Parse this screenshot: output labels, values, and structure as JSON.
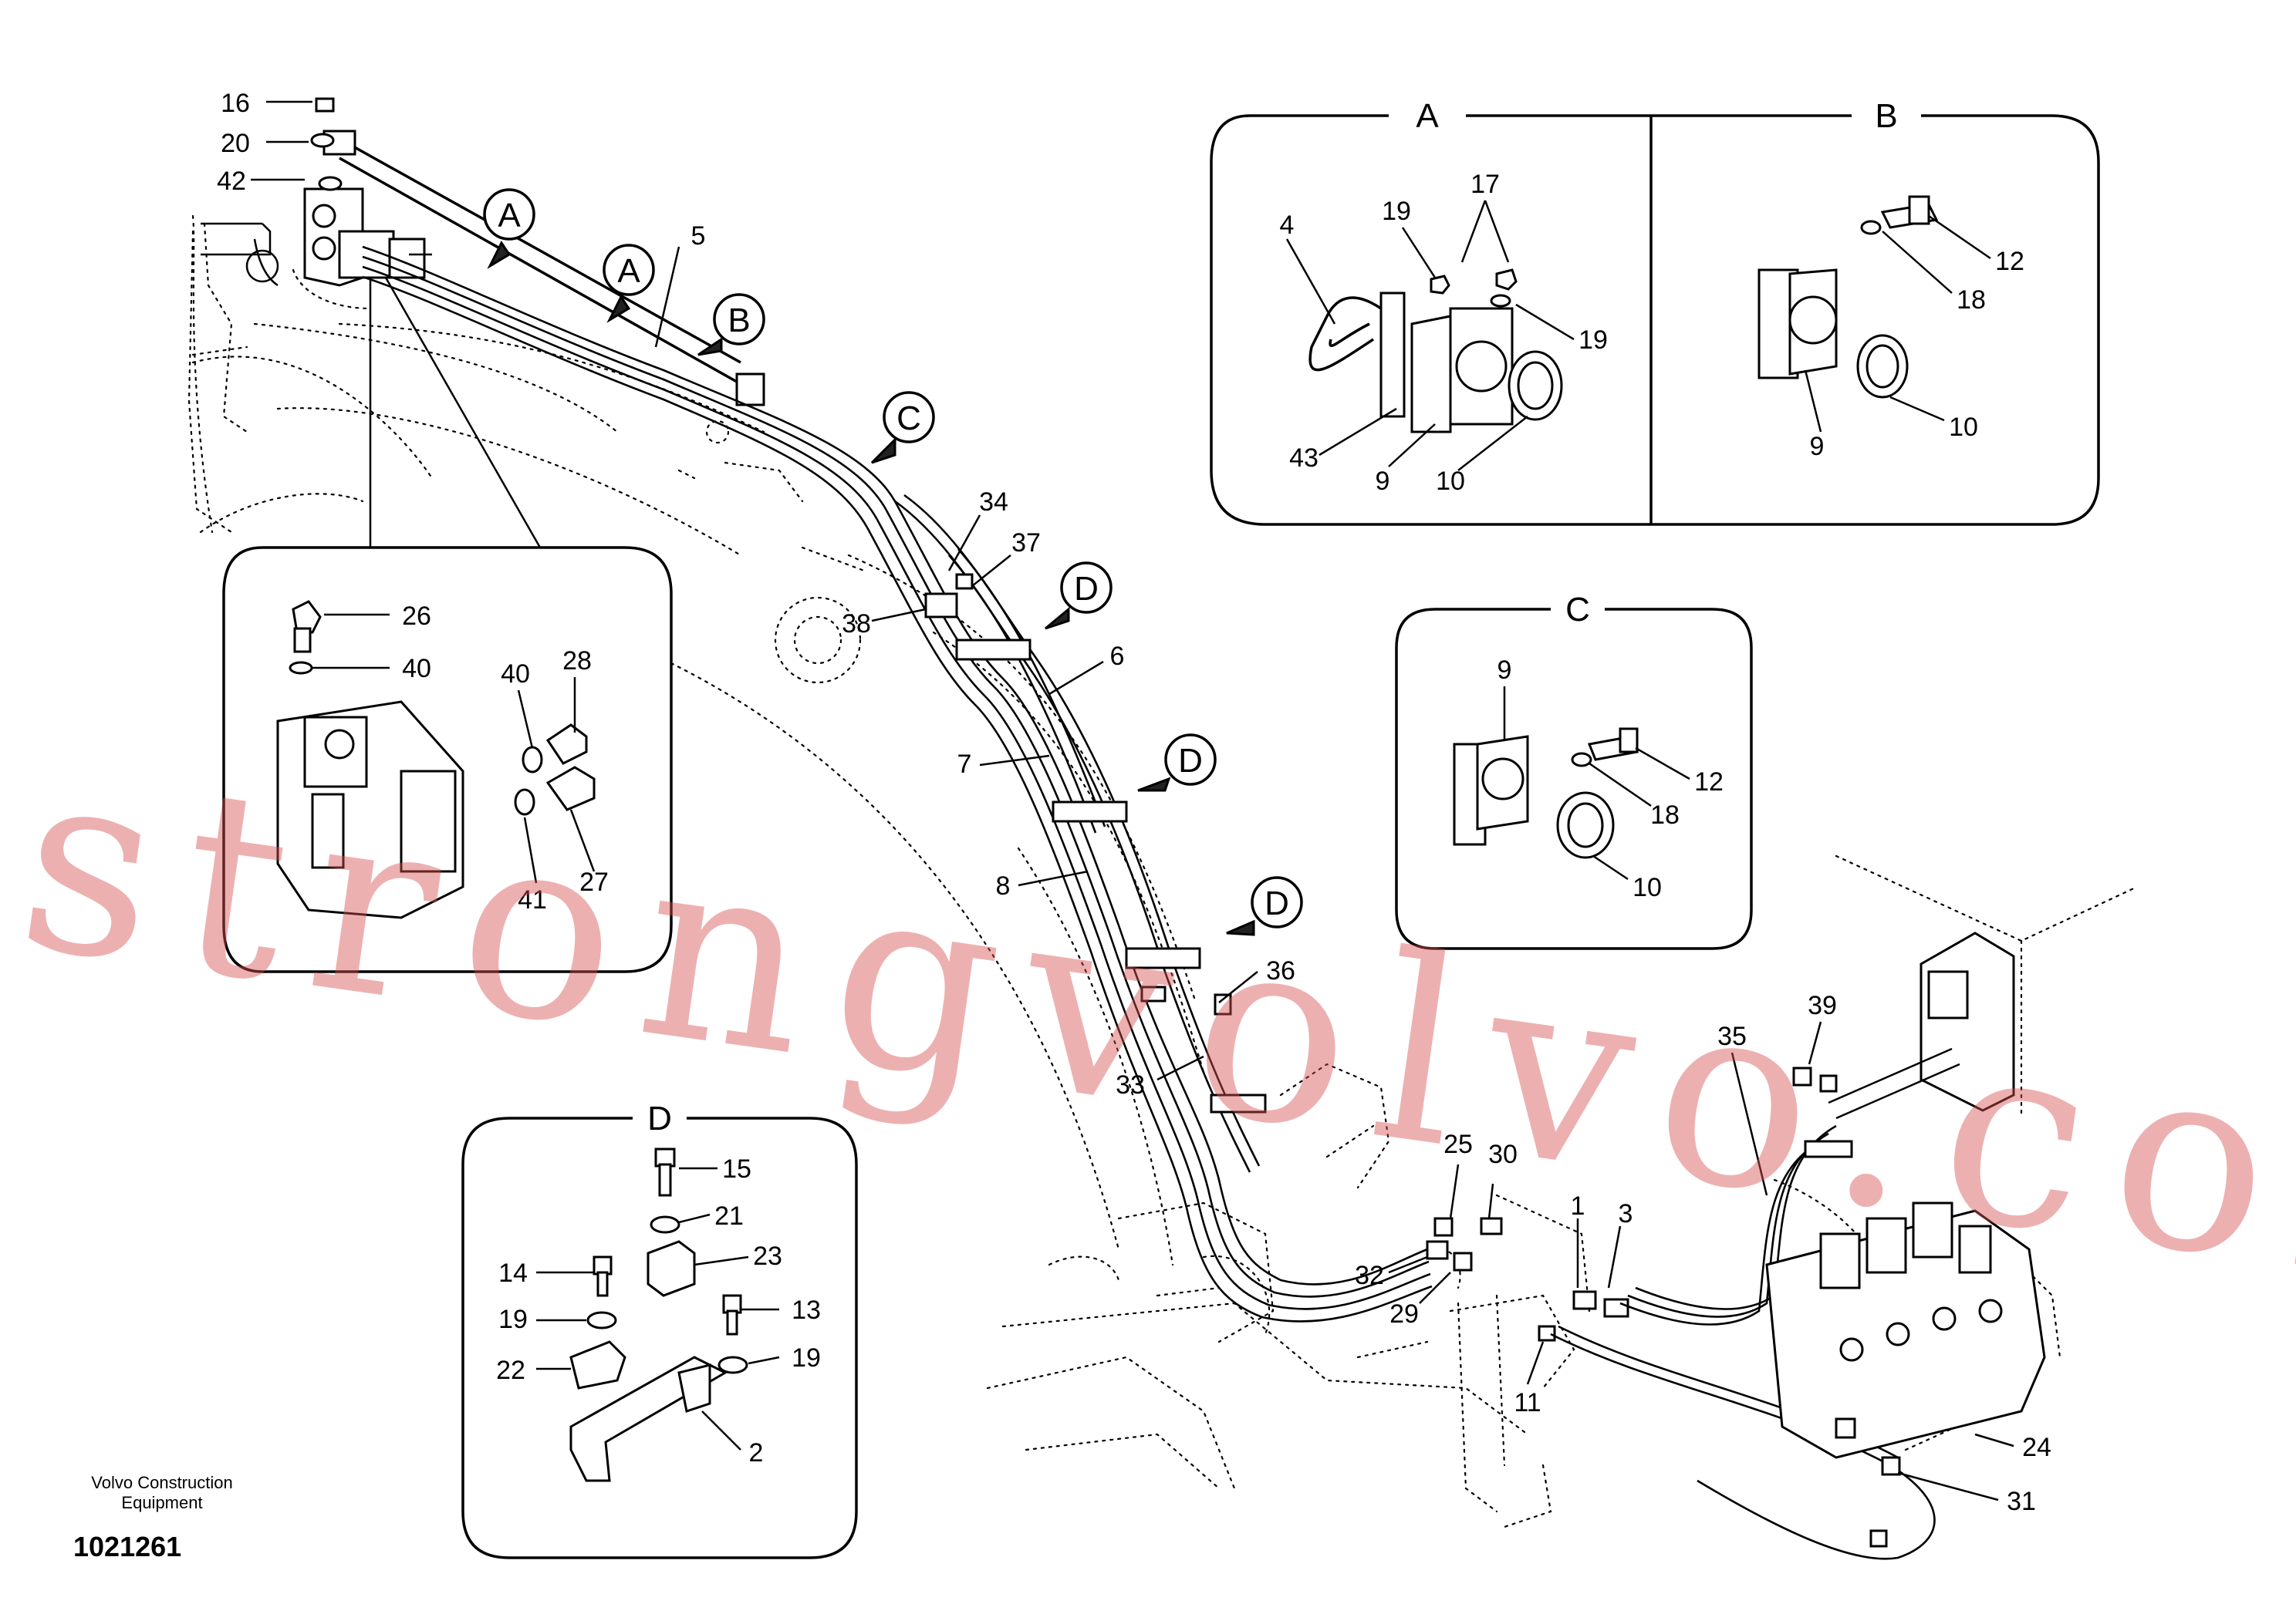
{
  "footer": {
    "brand_line1": "Volvo Construction",
    "brand_line2": "Equipment",
    "drawing_number": "1021261"
  },
  "watermark": {
    "text": "strongvolvo.com",
    "color": "#d65050"
  },
  "detail_headers": {
    "A": "A",
    "B": "B",
    "C": "C",
    "D": "D"
  },
  "main_callouts": [
    "A",
    "A",
    "B",
    "C",
    "D",
    "D",
    "D"
  ],
  "labels": {
    "p16": "16",
    "p20": "20",
    "p42": "42",
    "p5": "5",
    "p34": "34",
    "p37": "37",
    "p38": "38",
    "p6": "6",
    "p7": "7",
    "p8": "8",
    "p36": "36",
    "p33": "33",
    "p25": "25",
    "p30": "30",
    "p32": "32",
    "p29": "29",
    "p1": "1",
    "p3": "3",
    "p11": "11",
    "p35": "35",
    "p39": "39",
    "p24": "24",
    "p31": "31",
    "a4": "4",
    "a19a": "19",
    "a17": "17",
    "a19b": "19",
    "a43": "43",
    "a9": "9",
    "a10": "10",
    "b12": "12",
    "b18": "18",
    "b9": "9",
    "b10": "10",
    "c9": "9",
    "c12": "12",
    "c18": "18",
    "c10": "10",
    "d15": "15",
    "d21": "21",
    "d23": "23",
    "d14": "14",
    "d19a": "19",
    "d13": "13",
    "d22": "22",
    "d19b": "19",
    "d2": "2",
    "e26": "26",
    "e40a": "40",
    "e40b": "40",
    "e28": "28",
    "e41": "41",
    "e27": "27"
  }
}
